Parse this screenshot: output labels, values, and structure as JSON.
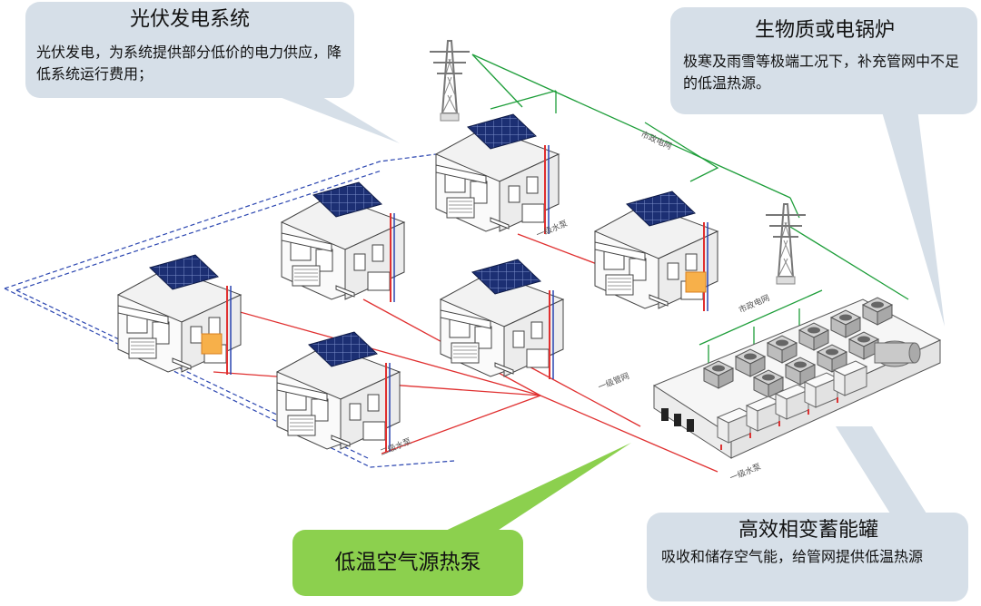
{
  "callouts": {
    "pv": {
      "title": "光伏发电系统",
      "text": "光伏发电，为系统提供部分低价的电力供应，降低系统运行费用；"
    },
    "boiler": {
      "title": "生物质或电锅炉",
      "text": "极寒及雨雪等极端工况下，补充管网中不足的低温热源。"
    },
    "heat_pump": {
      "title": "低温空气源热泵"
    },
    "tank": {
      "title": "高效相变蓄能罐",
      "text": "吸收和储存空气能，给管网提供低温热源"
    }
  },
  "labels": {
    "city_grid_1": "市政电网",
    "city_grid_2": "市政电网",
    "pump_1": "一级水泵",
    "pipe_net": "一级管网",
    "pump_2": "二级水泵",
    "pump_3": "一级水泵"
  },
  "colors": {
    "callout_bg": "#d6dfe8",
    "heat_pump_bg": "#8cd04e",
    "grid_line": "#1e9e3a",
    "pipe_supply": "#e03030",
    "pipe_return": "#2a45b0",
    "panel": "#1c2f73"
  }
}
